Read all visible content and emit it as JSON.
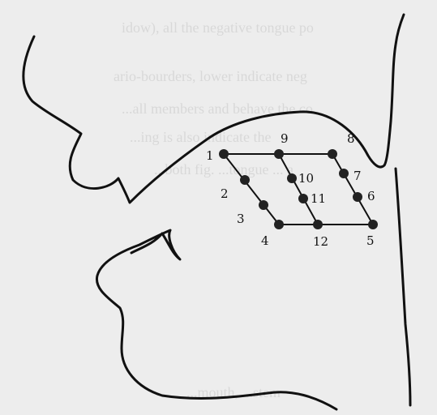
{
  "figure": {
    "background_color": "#ededed",
    "ink_color": "#111111",
    "point_labels": {
      "p1": "1",
      "p2": "2",
      "p3": "3",
      "p4": "4",
      "p5": "5",
      "p6": "6",
      "p7": "7",
      "p8": "8",
      "p9": "9",
      "p10": "10",
      "p11": "11",
      "p12": "12"
    },
    "bleed_text": [
      "idow), all the negative tongue po",
      "ario-bourders, lower indicate neg",
      "...all members and behave the co",
      "...ing is also indicate the",
      "...both fig. ...tongue ... a",
      "...mouth, ...stem"
    ]
  }
}
